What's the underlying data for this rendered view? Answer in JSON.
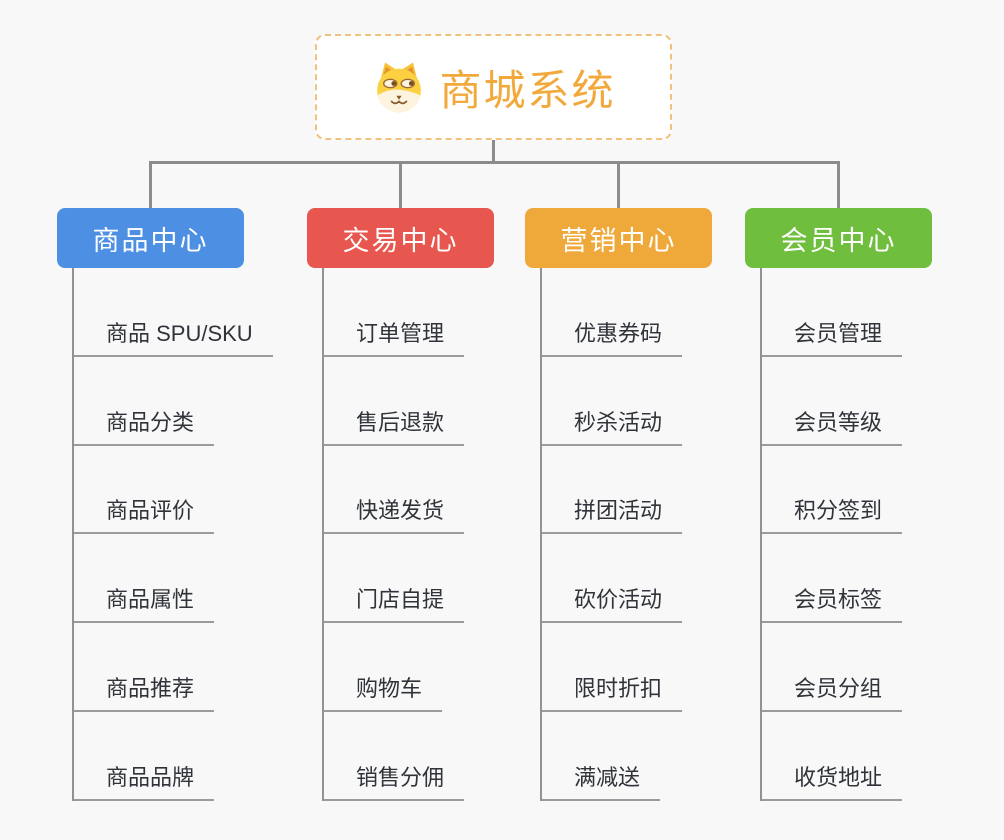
{
  "root": {
    "title": "商城系统",
    "icon": "dog-face-icon"
  },
  "branches": [
    {
      "label": "商品中心",
      "color": "#4d8fe2",
      "children": [
        "商品 SPU/SKU",
        "商品分类",
        "商品评价",
        "商品属性",
        "商品推荐",
        "商品品牌"
      ]
    },
    {
      "label": "交易中心",
      "color": "#e7564f",
      "children": [
        "订单管理",
        "售后退款",
        "快递发货",
        "门店自提",
        "购物车",
        "销售分佣"
      ]
    },
    {
      "label": "营销中心",
      "color": "#efa93b",
      "children": [
        "优惠券码",
        "秒杀活动",
        "拼团活动",
        "砍价活动",
        "限时折扣",
        "满减送"
      ]
    },
    {
      "label": "会员中心",
      "color": "#70be3e",
      "children": [
        "会员管理",
        "会员等级",
        "积分签到",
        "会员标签",
        "会员分组",
        "收货地址"
      ]
    }
  ],
  "colors": {
    "background": "#f8f8f8",
    "root_accent": "#f2a93c",
    "root_border": "#f2c27c",
    "connector": "#8c8c8c",
    "leaf_line": "#9b9b9b",
    "leaf_text": "#30343a"
  }
}
